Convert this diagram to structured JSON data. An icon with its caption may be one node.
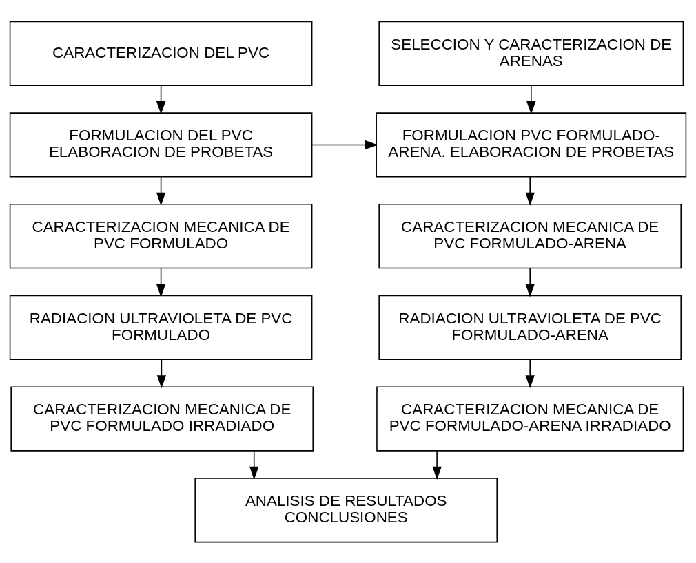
{
  "diagram": {
    "nodes": [
      {
        "text": [
          "CARACTERIZACION DEL PVC"
        ]
      },
      {
        "text": [
          "SELECCION Y CARACTERIZACION DE ARENAS"
        ]
      },
      {
        "text": [
          "FORMULACION DEL PVC ELABORACION DE PROBETAS"
        ]
      },
      {
        "text": [
          "FORMULACION PVC FORMULADO-ARENA. ELABORACION DE PROBETAS"
        ]
      },
      {
        "text": [
          "CARACTERIZACION MECANICA DE PVC FORMULADO"
        ]
      },
      {
        "text": [
          "CARACTERIZACION MECANICA DE PVC FORMULADO-ARENA"
        ]
      },
      {
        "text": [
          "RADIACION ULTRAVIOLETA DE PVC FORMULADO"
        ]
      },
      {
        "text": [
          "RADIACION ULTRAVIOLETA DE PVC FORMULADO-ARENA"
        ]
      },
      {
        "text": [
          "CARACTERIZACION MECANICA DE PVC FORMULADO IRRADIADO"
        ]
      },
      {
        "text": [
          "CARACTERIZACION MECANICA DE PVC FORMULADO-ARENA IRRADIADO"
        ]
      },
      {
        "text": [
          "ANALISIS DE RESULTADOS",
          "CONCLUSIONES"
        ]
      }
    ],
    "edges": [
      {
        "from": 0,
        "to": 2,
        "arrow": "to"
      },
      {
        "from": 1,
        "to": 3,
        "arrow": "to"
      },
      {
        "from": 2,
        "to": 3,
        "arrow": "to"
      },
      {
        "from": 2,
        "to": 4,
        "arrow": "to"
      },
      {
        "from": 3,
        "to": 5,
        "arrow": "to"
      },
      {
        "from": 4,
        "to": 6,
        "arrow": "to"
      },
      {
        "from": 5,
        "to": 7,
        "arrow": "to"
      },
      {
        "from": 6,
        "to": 8,
        "arrow": "to"
      },
      {
        "from": 7,
        "to": 9,
        "arrow": "to"
      },
      {
        "from": 8,
        "to": 10,
        "arrow": "to"
      },
      {
        "from": 9,
        "to": 10,
        "arrow": "to"
      }
    ]
  }
}
